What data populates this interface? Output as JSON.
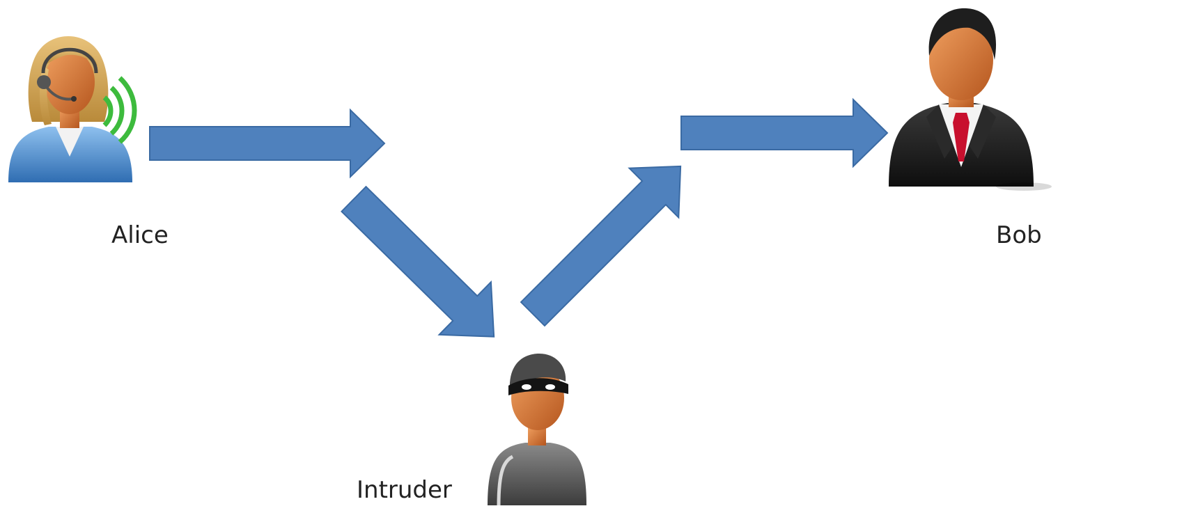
{
  "diagram": {
    "nodes": [
      {
        "id": "alice",
        "label": "Alice",
        "icon": "woman-with-headset-icon"
      },
      {
        "id": "bob",
        "label": "Bob",
        "icon": "businessman-icon"
      },
      {
        "id": "intruder",
        "label": "Intruder",
        "icon": "masked-thief-icon"
      }
    ],
    "edges": [
      {
        "from": "alice",
        "to": "bob",
        "style": "interrupted"
      },
      {
        "from": "alice",
        "to": "intruder"
      },
      {
        "from": "intruder",
        "to": "bob"
      }
    ],
    "colors": {
      "arrow_fill": "#4f81bd",
      "arrow_stroke": "#3a6aa3",
      "signal": "#3dbb3d",
      "suit_blue": "#5d9ad6",
      "skin": "#e08040",
      "suit_black": "#1c1c1c",
      "tie": "#c8102e"
    }
  }
}
